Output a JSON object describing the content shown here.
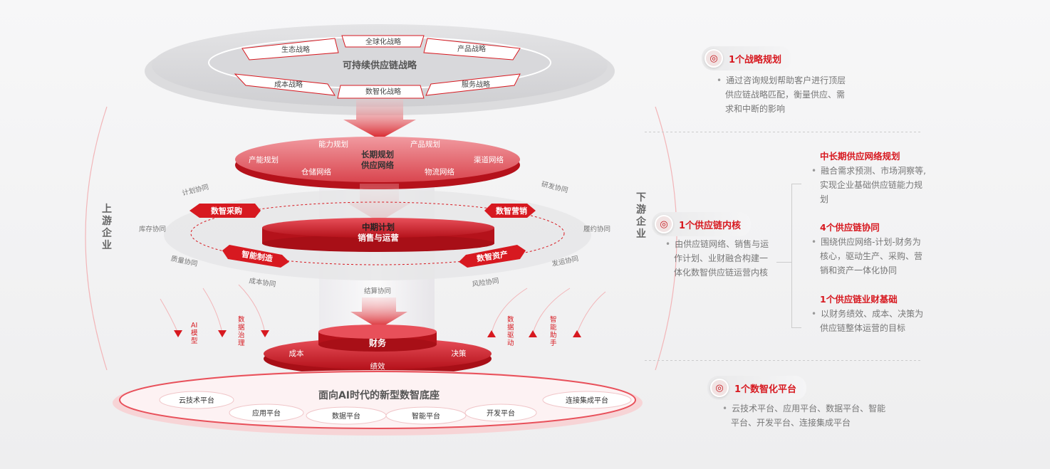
{
  "colors": {
    "accent": "#d71920",
    "dark_red": "#b5121b",
    "grey_text": "#777777"
  },
  "strategy": {
    "center": "可持续供应链战略",
    "items": [
      "全球化战略",
      "生态战略",
      "产品战略",
      "成本战略",
      "数智化战略",
      "服务战略"
    ]
  },
  "long_term": {
    "center_line1": "长期规划",
    "center_line2": "供应网络",
    "items": [
      "能力规划",
      "产品规划",
      "产能规划",
      "渠道网络",
      "仓储网络",
      "物流网络"
    ]
  },
  "mid_term": {
    "center_line1": "中期计划",
    "center_line2": "销售与运营",
    "buttons": [
      "数智采购",
      "数智营销",
      "智能制造",
      "数智资产"
    ],
    "collab": [
      "计划协同",
      "研发协同",
      "库存协同",
      "履约协同",
      "质量协同",
      "发运协同",
      "成本协同",
      "风险协同",
      "结算协同"
    ]
  },
  "finance": {
    "center": "财务",
    "items": [
      "成本",
      "决策",
      "绩效"
    ]
  },
  "base": {
    "title": "面向AI时代的新型数智底座",
    "items": [
      "云技术平台",
      "连接集成平台",
      "应用平台",
      "数据平台",
      "智能平台",
      "开发平台"
    ]
  },
  "side_tags": {
    "left": [
      "AI模型",
      "数据治理"
    ],
    "right": [
      "数据驱动",
      "智能助手"
    ]
  },
  "side_labels": {
    "upstream": "上游企业",
    "downstream": "下游企业"
  },
  "right_panel": {
    "strategy_title": "1个战略规划",
    "strategy_desc": [
      "通过咨询规划帮助客户进行顶层",
      "供应链战略匹配，衡量供应、需",
      "求和中断的影响"
    ],
    "core_title": "1个供应链内核",
    "core_desc": [
      "由供应链网络、销售与运",
      "作计划、业财融合构建一",
      "体化数智供应链运营内核"
    ],
    "network_title": "中长期供应网络规划",
    "network_desc": [
      "融合需求预测、市场洞察等,",
      "实现企业基础供应链能力规",
      "划"
    ],
    "collab_title": "4个供应链协同",
    "collab_desc": [
      "围绕供应网络-计划-财务为",
      "核心，驱动生产、采购、营",
      "销和资产一体化协同"
    ],
    "finance_title": "1个供应链业财基础",
    "finance_desc": [
      "以财务绩效、成本、决策为",
      "供应链整体运营的目标"
    ],
    "platform_title": "1个数智化平台",
    "platform_desc": [
      "云技术平台、应用平台、数据平台、智能",
      "平台、开发平台、连接集成平台"
    ]
  }
}
